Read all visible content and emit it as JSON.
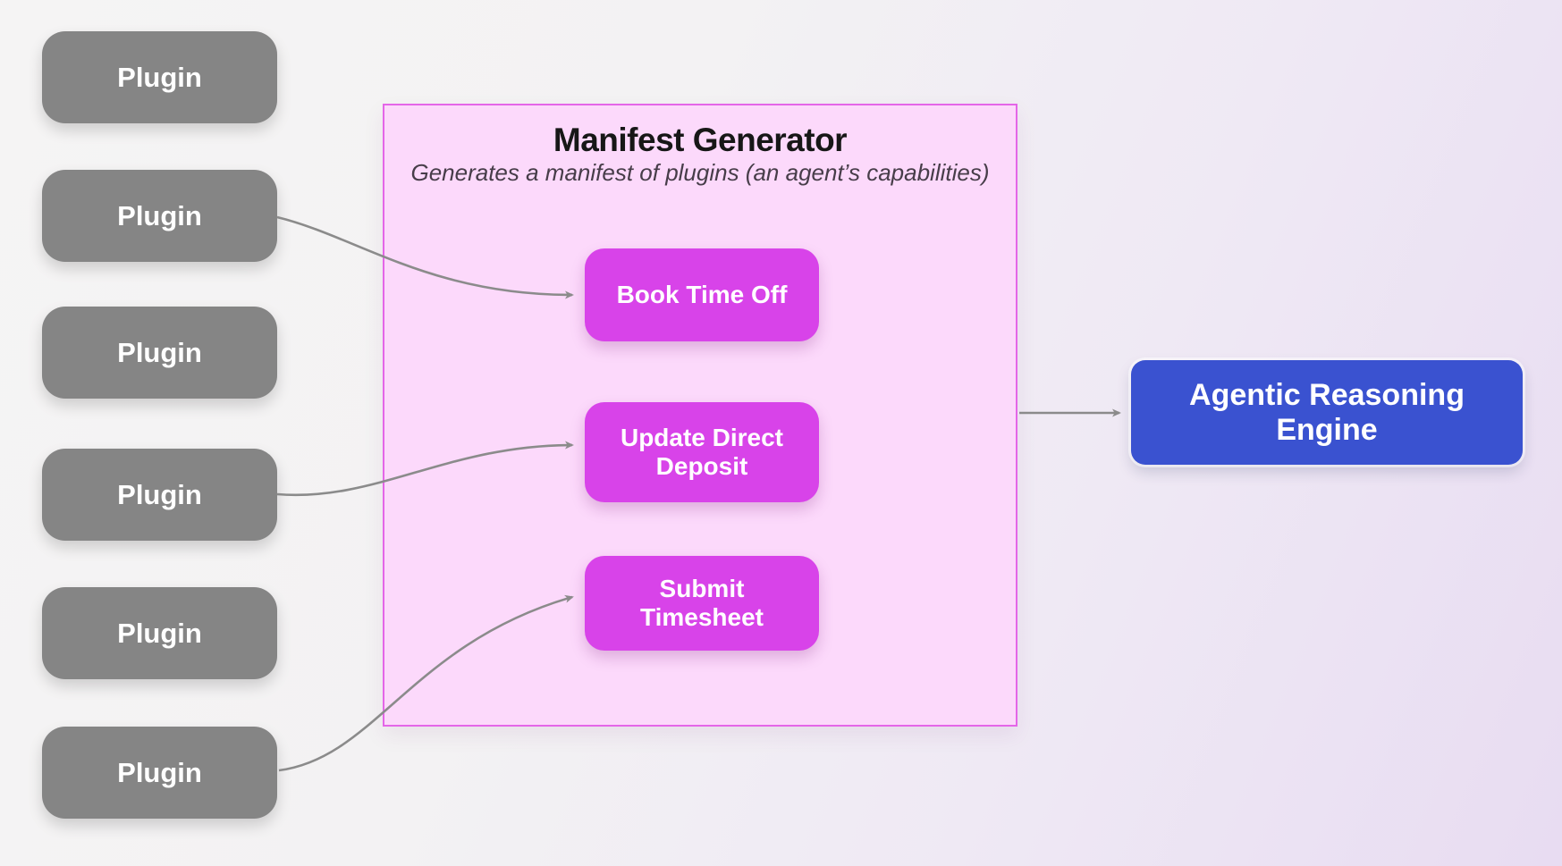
{
  "diagram": {
    "plugins": [
      {
        "label": "Plugin"
      },
      {
        "label": "Plugin"
      },
      {
        "label": "Plugin"
      },
      {
        "label": "Plugin"
      },
      {
        "label": "Plugin"
      },
      {
        "label": "Plugin"
      }
    ],
    "manifest_generator": {
      "title": "Manifest Generator",
      "subtitle": "Generates a manifest of plugins (an agent’s capabilities)",
      "capabilities": [
        {
          "label": "Book Time Off"
        },
        {
          "label": "Update Direct Deposit"
        },
        {
          "label": "Submit Timesheet"
        }
      ]
    },
    "engine": {
      "label": "Agentic Reasoning Engine"
    },
    "connections": [
      {
        "from": "plugin-2",
        "to": "book-time-off"
      },
      {
        "from": "plugin-4",
        "to": "update-direct-deposit"
      },
      {
        "from": "plugin-6",
        "to": "submit-timesheet"
      },
      {
        "from": "manifest-generator",
        "to": "agentic-reasoning-engine"
      }
    ],
    "colors": {
      "plugin_gray": "#858585",
      "manifest_fill": "#fcd9fb",
      "manifest_border": "#e466e8",
      "capability_magenta": "#d843e9",
      "engine_blue": "#3a52d0",
      "arrow_gray": "#8b8b8b",
      "title_black": "#171717",
      "subtitle_gray": "#473d49"
    }
  }
}
